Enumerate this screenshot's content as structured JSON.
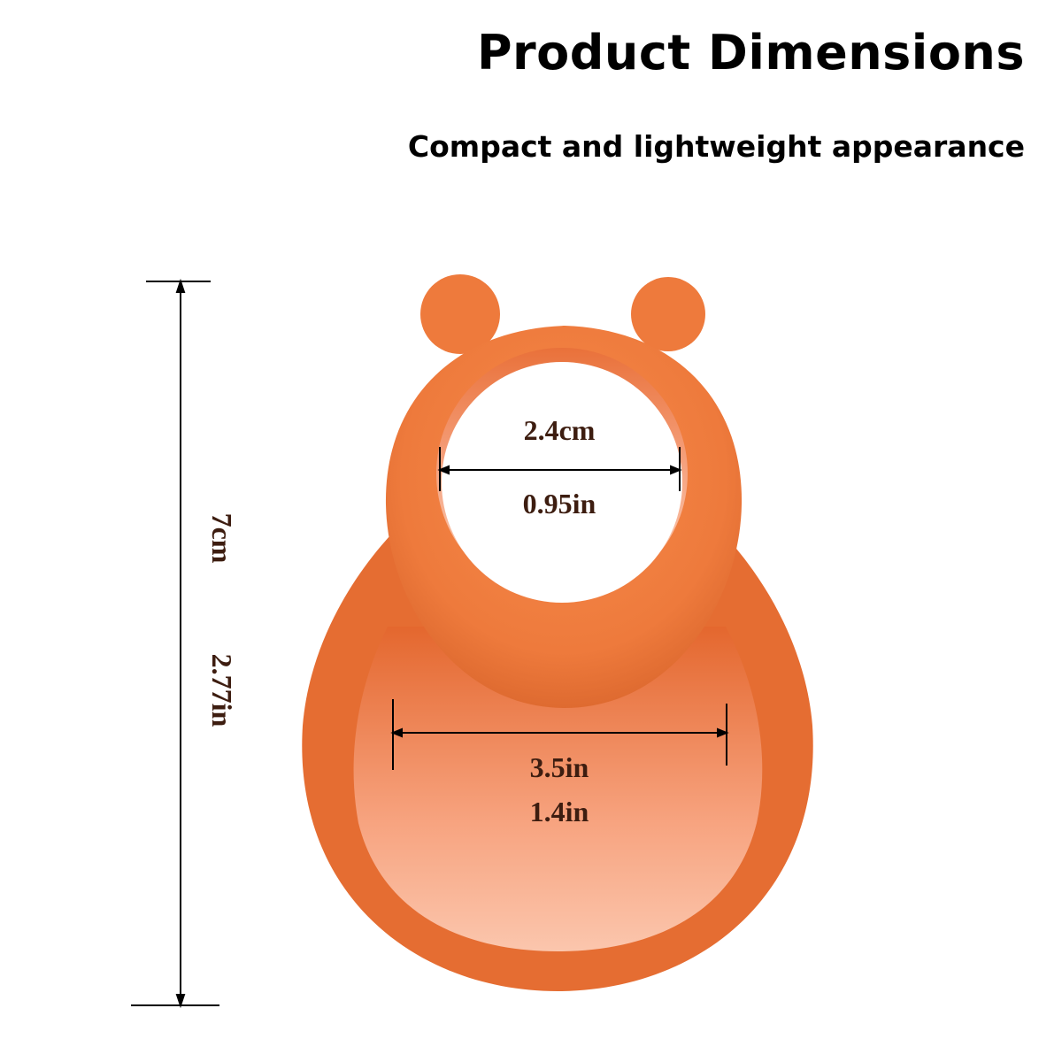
{
  "header": {
    "title": "Product Dimensions",
    "subtitle": "Compact and lightweight appearance"
  },
  "dimensions": {
    "inner_ring_cm": "2.4cm",
    "inner_ring_in": "0.95in",
    "outer_ring_top": "3.5in",
    "outer_ring_bottom": "1.4in",
    "height_cm": "7cm",
    "height_in": "2.77in"
  },
  "colors": {
    "product": "#ee7a3c",
    "product_shadow": "#d85f25",
    "product_inner": "#f7a882",
    "text_dim": "#3d1d10",
    "arrow": "#000000"
  }
}
